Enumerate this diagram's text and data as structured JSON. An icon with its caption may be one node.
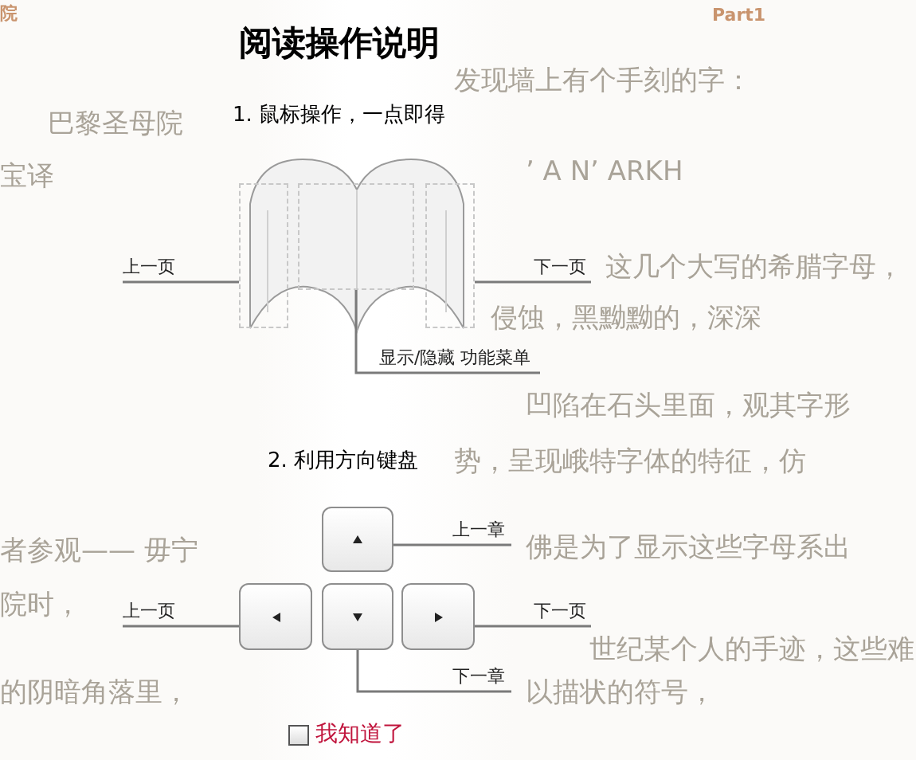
{
  "diagram": {
    "title": "阅读操作说明",
    "nodes": [
      {
        "text": [
          "上一页"
        ]
      },
      {
        "text": [],
        "shape": "box"
      },
      {
        "text": [],
        "shape": "box"
      },
      {
        "text": [],
        "shape": "box"
      },
      {
        "text": [
          "下一页"
        ]
      },
      {
        "text": [
          "显示/隐藏 功能菜单"
        ]
      },
      {
        "text": [],
        "shape": "box"
      },
      {
        "text": [
          "上一章"
        ]
      },
      {
        "text": [
          "上一页"
        ]
      },
      {
        "text": [],
        "shape": "box"
      },
      {
        "text": [],
        "shape": "box"
      },
      {
        "text": [],
        "shape": "box"
      },
      {
        "text": [
          "下一页"
        ]
      },
      {
        "text": [
          "下一章"
        ]
      }
    ],
    "edges": [
      {
        "from": 0,
        "to": 1,
        "arrow": "none"
      },
      {
        "from": 4,
        "to": 3,
        "arrow": "none"
      },
      {
        "from": 5,
        "to": 2,
        "arrow": "none"
      },
      {
        "from": 7,
        "to": 6,
        "arrow": "none"
      },
      {
        "from": 8,
        "to": 9,
        "arrow": "none"
      },
      {
        "from": 12,
        "to": 11,
        "arrow": "none"
      },
      {
        "from": 13,
        "to": 10,
        "arrow": "none"
      }
    ],
    "labels": [
      "院",
      "Part1",
      "发现墙上有个手刻的字：",
      "1. 鼠标操作，一点即得",
      "巴黎圣母院",
      "宝译",
      "’ A N’ ARKH",
      "这几个大写的希腊字母，",
      "侵蚀，黑黝黝的，深深",
      "凹陷在石头里面，观其字形",
      "2. 利用方向键盘",
      "势，呈现峨特字体的特征，仿",
      "者参观—— 毋宁",
      "佛是为了显示这些字母系出",
      "院时，",
      "世纪某个人的手迹，这些难",
      "的阴暗角落里，",
      "以描状的符号，",
      "我知道了"
    ]
  }
}
